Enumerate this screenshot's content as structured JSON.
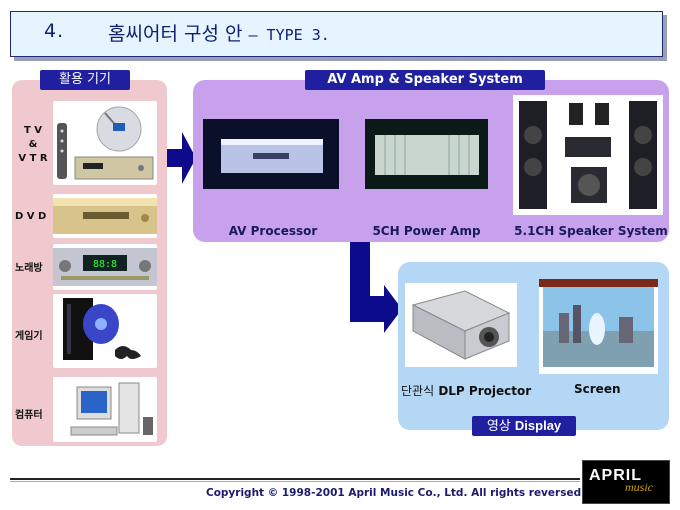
{
  "title": {
    "number": "4.",
    "text": "홈씨어터 구성 안",
    "subtitle": "– TYPE 3."
  },
  "devices": {
    "title": "활용 기기",
    "items": [
      {
        "label": "T V\n&\nV T R"
      },
      {
        "label": "D V D"
      },
      {
        "label": "노래방"
      },
      {
        "label": "게임기"
      },
      {
        "label": "컴퓨터"
      }
    ]
  },
  "av_system": {
    "title": "AV Amp & Speaker System",
    "components": [
      {
        "label": "AV Processor"
      },
      {
        "label": "5CH Power Amp"
      },
      {
        "label": "5.1CH Speaker System"
      }
    ]
  },
  "display": {
    "title_ko": "영상",
    "title_en": "Display",
    "projector_ko": "단관식",
    "projector_en": "DLP Projector",
    "screen_label": "Screen"
  },
  "footer": {
    "copyright": "Copyright © 1998-2001 April Music Co., Ltd. All rights reversed.",
    "logo_main": "APRIL",
    "logo_sub": "music"
  },
  "colors": {
    "accent": "#1f1fa0",
    "devices_bg": "#f0c9cf",
    "av_bg": "#c7a1ec",
    "display_bg": "#b5d7f6",
    "arrow": "#0b0b8c"
  }
}
